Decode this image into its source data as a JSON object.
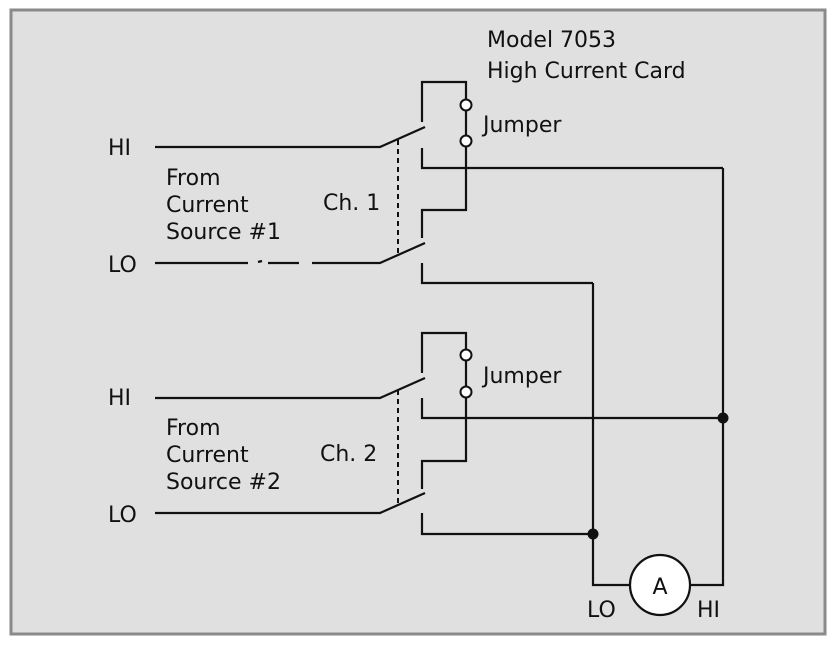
{
  "diagram": {
    "title_line1": "Model 7053",
    "title_line2": "High Current Card",
    "colors": {
      "background": "#e0e0e0",
      "border": "#8a8a8a",
      "line": "#111111",
      "terminal_fill": "#ffffff"
    },
    "channels": [
      {
        "name": "Ch. 1",
        "hi_label": "HI",
        "lo_label": "LO",
        "source_line1": "From",
        "source_line2": "Current",
        "source_line3": "Source #1",
        "jumper_label": "Jumper"
      },
      {
        "name": "Ch. 2",
        "hi_label": "HI",
        "lo_label": "LO",
        "source_line1": "From",
        "source_line2": "Current",
        "source_line3": "Source #2",
        "jumper_label": "Jumper"
      }
    ],
    "ammeter": {
      "symbol": "A",
      "lo_label": "LO",
      "hi_label": "HI"
    }
  }
}
